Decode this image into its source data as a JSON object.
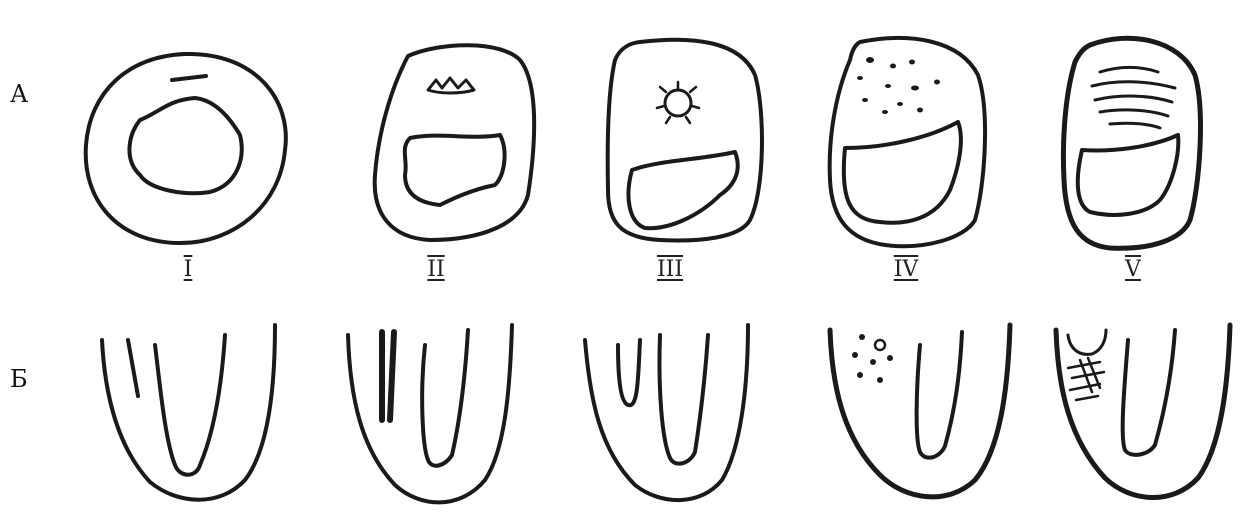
{
  "rows": {
    "a_label": "А",
    "b_label": "Б"
  },
  "stages": [
    "I",
    "II",
    "III",
    "IV",
    "V"
  ]
}
